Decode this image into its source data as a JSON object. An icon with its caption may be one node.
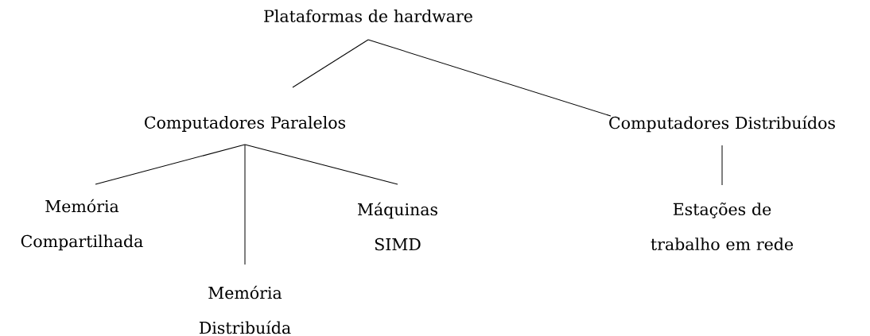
{
  "diagram": {
    "nodes": [
      {
        "text": [
          "Plataformas de hardware"
        ]
      },
      {
        "text": [
          "Computadores Paralelos"
        ]
      },
      {
        "text": [
          "Computadores Distribuídos"
        ]
      },
      {
        "text": [
          "Memória Compartilhada"
        ]
      },
      {
        "text": [
          "Memória Distribuída"
        ]
      },
      {
        "text": [
          "Máquinas SIMD"
        ]
      },
      {
        "text": [
          "Estações de trabalho em rede"
        ]
      }
    ],
    "edges": [
      {
        "from": 0,
        "to": 1,
        "arrow": "none"
      },
      {
        "from": 0,
        "to": 2,
        "arrow": "none"
      },
      {
        "from": 1,
        "to": 3,
        "arrow": "none"
      },
      {
        "from": 1,
        "to": 4,
        "arrow": "none"
      },
      {
        "from": 1,
        "to": 5,
        "arrow": "none"
      },
      {
        "from": 2,
        "to": 6,
        "arrow": "none"
      }
    ]
  }
}
